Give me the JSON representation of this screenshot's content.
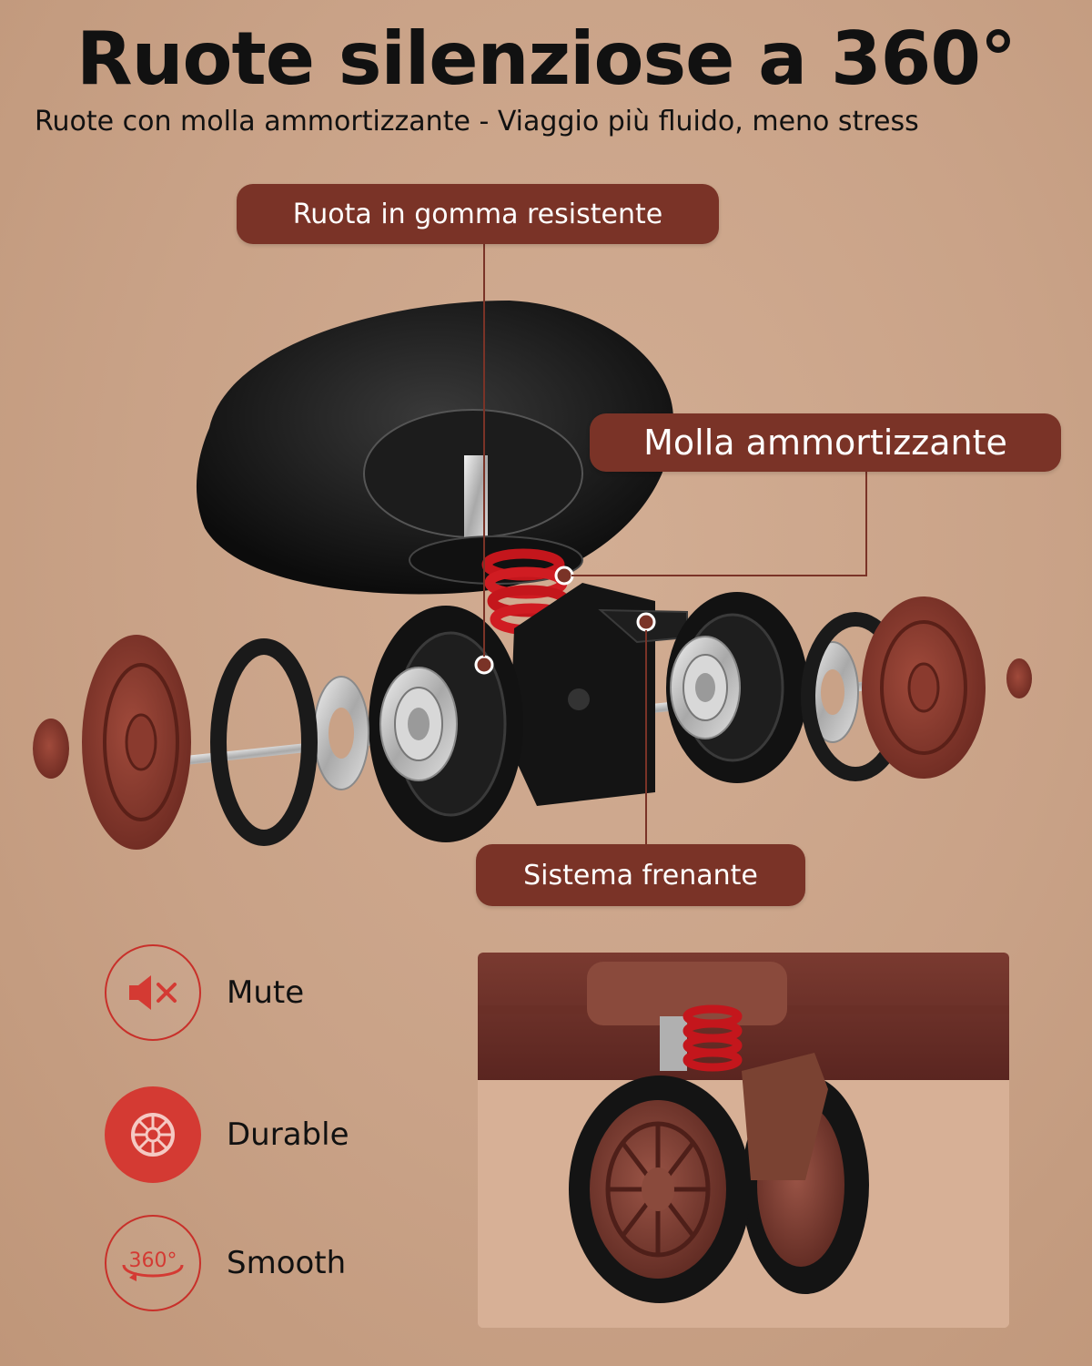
{
  "header": {
    "title": "Ruote silenziose a 360°",
    "subtitle": "Ruote con molla ammortizzante - Viaggio più fluido, meno stress"
  },
  "callouts": {
    "rubber_wheel": "Ruota in gomma resistente",
    "spring": "Molla ammortizzante",
    "brake": "Sistema frenante"
  },
  "features": [
    {
      "label": "Mute",
      "icon": "speaker-mute-icon"
    },
    {
      "label": "Durable",
      "icon": "wheel-icon"
    },
    {
      "label": "Smooth",
      "icon": "rotate-360-icon"
    }
  ],
  "icon_text": {
    "rotate": "360°"
  },
  "colors": {
    "background": "#c9a287",
    "callout": "#7a3327",
    "accent_red": "#c8302a",
    "wheel_brown": "#8a3a2e",
    "rubber_black": "#151515"
  }
}
